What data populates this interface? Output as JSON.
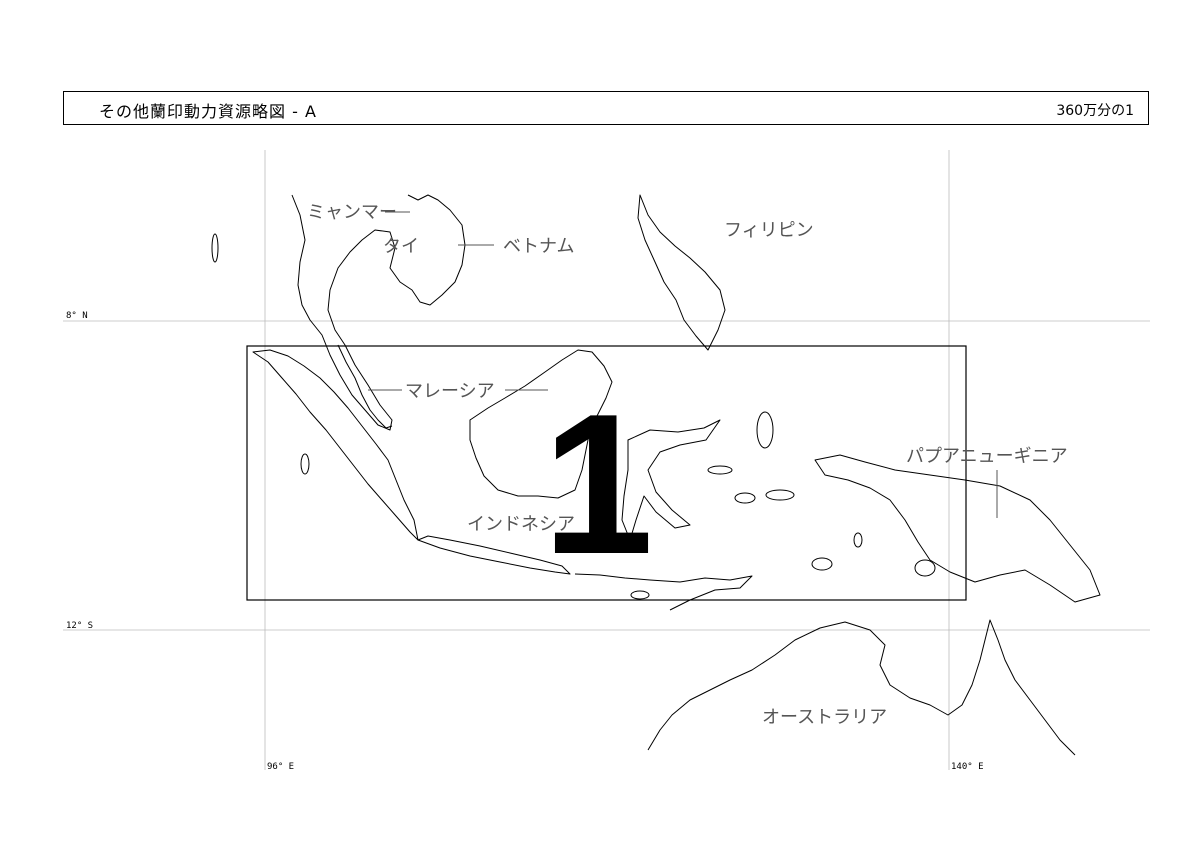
{
  "header": {
    "title": "その他蘭印動力資源略図 - A",
    "scale": "360万分の1"
  },
  "grid": {
    "lat_north": "8° N",
    "lat_south": "12° S",
    "lon_west": "96° E",
    "lon_east": "140° E"
  },
  "index_sheet": {
    "number": "1"
  },
  "labels": {
    "myanmar": "ミャンマー",
    "thailand": "タイ",
    "vietnam": "ベトナム",
    "philippines": "フィリピン",
    "malaysia": "マレーシア",
    "indonesia": "インドネシア",
    "papua_new_guinea": "パプアニューギニア",
    "australia": "オーストラリア"
  }
}
